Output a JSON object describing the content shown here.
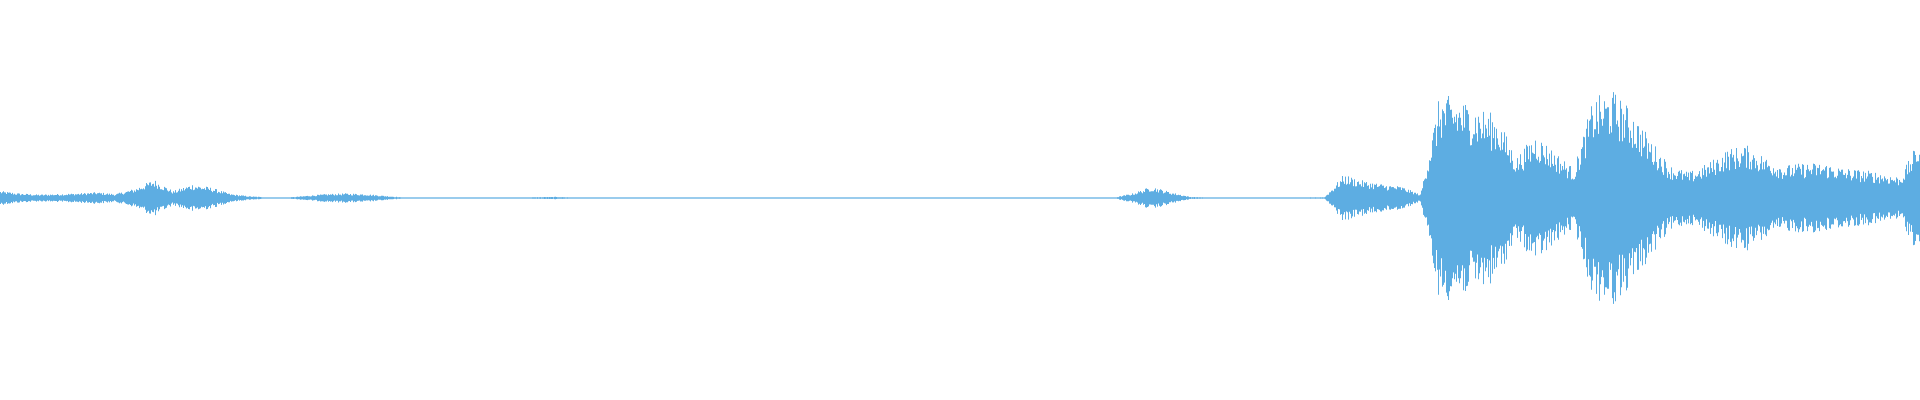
{
  "waveform": {
    "color": "#5dade2",
    "background": "#ffffff",
    "duration_fraction_points": [
      0.0,
      0.01,
      0.02,
      0.03,
      0.04,
      0.05,
      0.06,
      0.07,
      0.08,
      0.09,
      0.1,
      0.11,
      0.12,
      0.13,
      0.14,
      0.15,
      0.16,
      0.17,
      0.18,
      0.19,
      0.2,
      0.21,
      0.22,
      0.23,
      0.24,
      0.25,
      0.26,
      0.27,
      0.28,
      0.29,
      0.3,
      0.31,
      0.32,
      0.33,
      0.34,
      0.35,
      0.36,
      0.37,
      0.38,
      0.39,
      0.4,
      0.41,
      0.42,
      0.43,
      0.44,
      0.45,
      0.46,
      0.47,
      0.48,
      0.49,
      0.5,
      0.51,
      0.52,
      0.53,
      0.54,
      0.55,
      0.56,
      0.57,
      0.58,
      0.59,
      0.6,
      0.61,
      0.62,
      0.63,
      0.64,
      0.65,
      0.66,
      0.67,
      0.68,
      0.69,
      0.7,
      0.71,
      0.72,
      0.73,
      0.74,
      0.75,
      0.76,
      0.77,
      0.78,
      0.79,
      0.8,
      0.81,
      0.82,
      0.83,
      0.84,
      0.85,
      0.86,
      0.87,
      0.88,
      0.89,
      0.9,
      0.91,
      0.92,
      0.93,
      0.94,
      0.95,
      0.96,
      0.97,
      0.98,
      0.99,
      1.0
    ],
    "amplitude": [
      0.06,
      0.04,
      0.03,
      0.035,
      0.04,
      0.05,
      0.035,
      0.08,
      0.16,
      0.06,
      0.12,
      0.09,
      0.035,
      0.015,
      0.005,
      0.005,
      0.02,
      0.035,
      0.04,
      0.035,
      0.02,
      0.005,
      0.003,
      0.003,
      0.003,
      0.003,
      0.003,
      0.003,
      0.008,
      0.01,
      0.004,
      0.003,
      0.003,
      0.003,
      0.003,
      0.003,
      0.003,
      0.003,
      0.003,
      0.003,
      0.003,
      0.003,
      0.003,
      0.003,
      0.003,
      0.003,
      0.003,
      0.003,
      0.003,
      0.003,
      0.003,
      0.003,
      0.003,
      0.003,
      0.003,
      0.003,
      0.003,
      0.003,
      0.003,
      0.04,
      0.1,
      0.05,
      0.01,
      0.005,
      0.005,
      0.005,
      0.005,
      0.005,
      0.005,
      0.008,
      0.2,
      0.15,
      0.12,
      0.1,
      0.03,
      0.88,
      0.85,
      0.78,
      0.7,
      0.35,
      0.55,
      0.4,
      0.25,
      0.85,
      0.92,
      0.75,
      0.5,
      0.28,
      0.22,
      0.3,
      0.42,
      0.45,
      0.35,
      0.28,
      0.3,
      0.3,
      0.26,
      0.24,
      0.22,
      0.18,
      0.5
    ]
  }
}
